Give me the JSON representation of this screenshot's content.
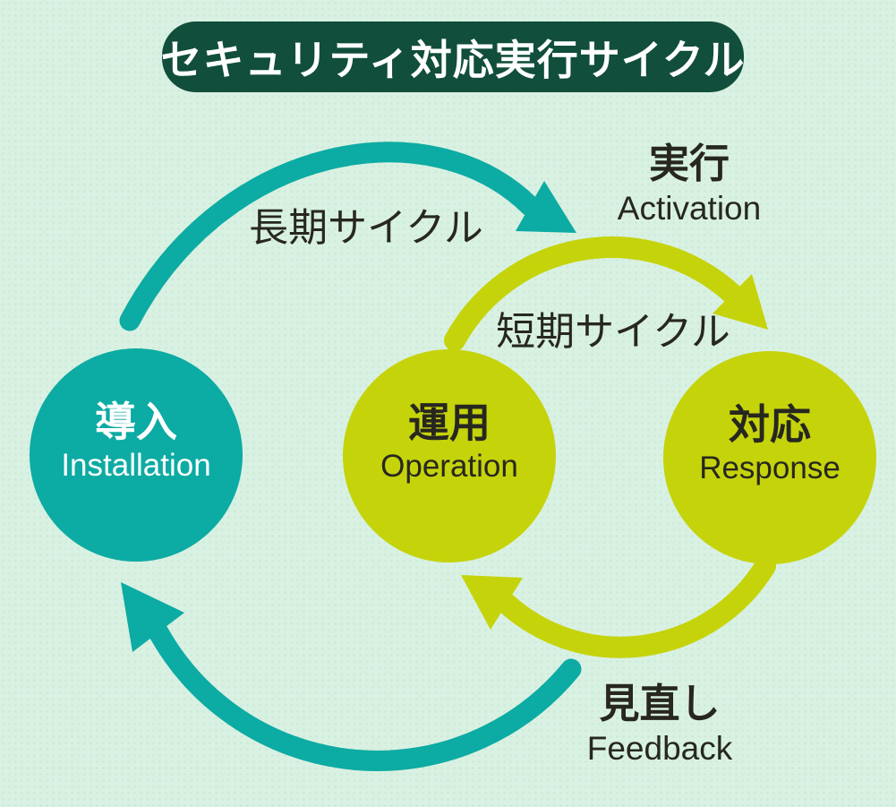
{
  "title": "セキュリティ対応実行サイクル",
  "colors": {
    "background": "#d9f1e2",
    "banner_bg": "#114e3c",
    "banner_text": "#ffffff",
    "teal": "#0caba3",
    "yellow_green": "#c5d30b",
    "dark_text": "#272720",
    "light_text": "#ffffff"
  },
  "nodes": [
    {
      "jp": "導入",
      "en": "Installation"
    },
    {
      "jp": "運用",
      "en": "Operation"
    },
    {
      "jp": "対応",
      "en": "Response"
    }
  ],
  "stage_labels": [
    {
      "jp": "実行",
      "en": "Activation"
    },
    {
      "jp": "見直し",
      "en": "Feedback"
    }
  ],
  "cycle_labels": {
    "long": "長期サイクル",
    "short": "短期サイクル"
  }
}
